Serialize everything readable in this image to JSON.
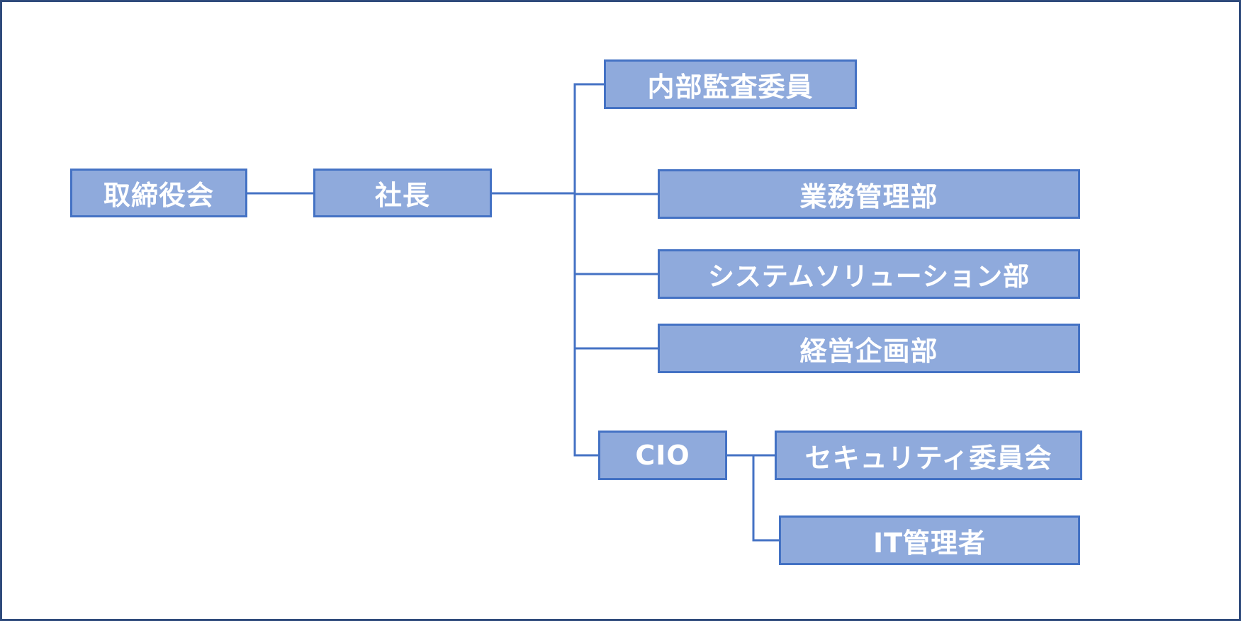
{
  "diagram": {
    "type": "org-chart",
    "colors": {
      "frame": "#2f4b7c",
      "box_fill": "#8faadc",
      "box_border": "#4472c4",
      "connector": "#4472c4",
      "text": "#ffffff"
    },
    "nodes": {
      "board": "取締役会",
      "president": "社長",
      "internal_audit": "内部監査委員",
      "business_management": "業務管理部",
      "system_solution": "システムソリューション部",
      "corporate_planning": "経営企画部",
      "cio": "CIO",
      "security_committee": "セキュリティ委員会",
      "it_manager": "IT管理者"
    },
    "edges": [
      [
        "board",
        "president"
      ],
      [
        "president",
        "internal_audit"
      ],
      [
        "president",
        "business_management"
      ],
      [
        "president",
        "system_solution"
      ],
      [
        "president",
        "corporate_planning"
      ],
      [
        "president",
        "cio"
      ],
      [
        "cio",
        "security_committee"
      ],
      [
        "cio",
        "it_manager"
      ]
    ]
  }
}
